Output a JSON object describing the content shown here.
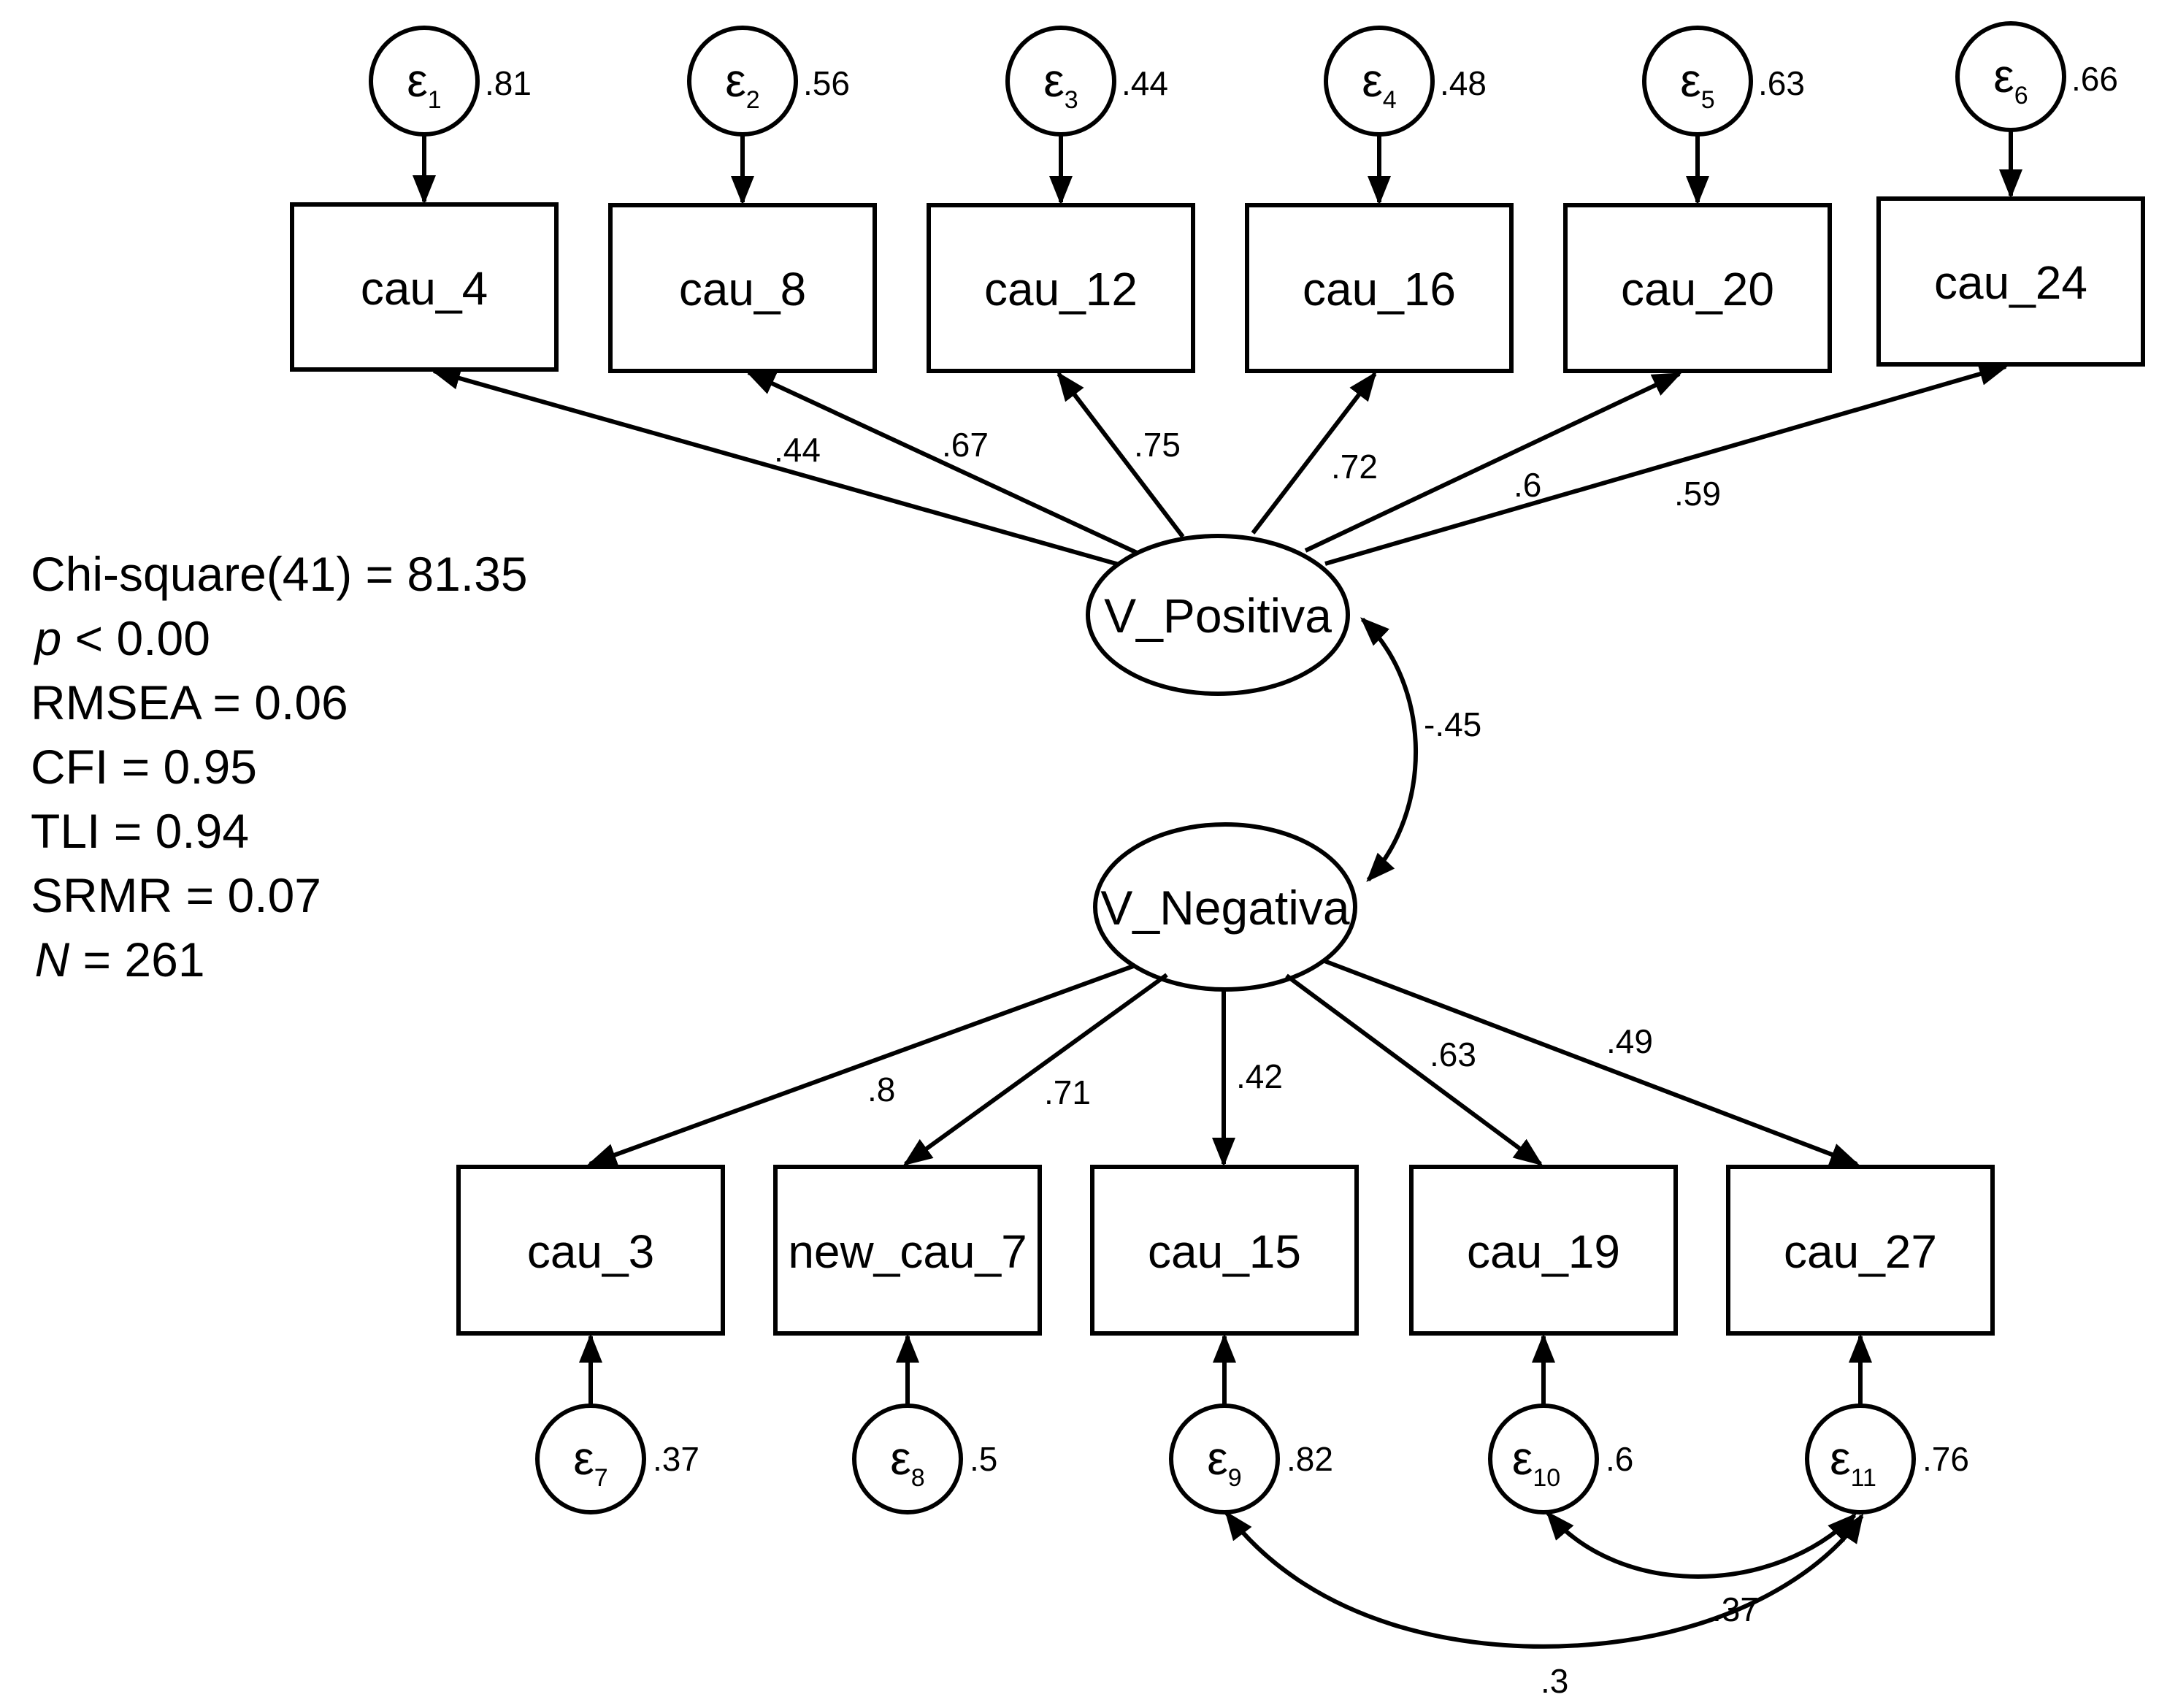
{
  "latents": {
    "positive": "V_Positiva",
    "negative": "V_Negativa"
  },
  "latent_correlation": "-.45",
  "positive_indicators": [
    {
      "name": "cau_4",
      "loading": ".44",
      "error_symbol": "ε",
      "error_index": "1",
      "error_variance": ".81"
    },
    {
      "name": "cau_8",
      "loading": ".67",
      "error_symbol": "ε",
      "error_index": "2",
      "error_variance": ".56"
    },
    {
      "name": "cau_12",
      "loading": ".75",
      "error_symbol": "ε",
      "error_index": "3",
      "error_variance": ".44"
    },
    {
      "name": "cau_16",
      "loading": ".72",
      "error_symbol": "ε",
      "error_index": "4",
      "error_variance": ".48"
    },
    {
      "name": "cau_20",
      "loading": ".6",
      "error_symbol": "ε",
      "error_index": "5",
      "error_variance": ".63"
    },
    {
      "name": "cau_24",
      "loading": ".59",
      "error_symbol": "ε",
      "error_index": "6",
      "error_variance": ".66"
    }
  ],
  "negative_indicators": [
    {
      "name": "cau_3",
      "loading": ".8",
      "error_symbol": "ε",
      "error_index": "7",
      "error_variance": ".37"
    },
    {
      "name": "new_cau_7",
      "loading": ".71",
      "error_symbol": "ε",
      "error_index": "8",
      "error_variance": ".5"
    },
    {
      "name": "cau_15",
      "loading": ".42",
      "error_symbol": "ε",
      "error_index": "9",
      "error_variance": ".82"
    },
    {
      "name": "cau_19",
      "loading": ".63",
      "error_symbol": "ε",
      "error_index": "10",
      "error_variance": ".6"
    },
    {
      "name": "cau_27",
      "loading": ".49",
      "error_symbol": "ε",
      "error_index": "11",
      "error_variance": ".76"
    }
  ],
  "error_covariances": [
    {
      "from": "ε10",
      "to": "ε11",
      "value": ".37"
    },
    {
      "from": "ε9",
      "to": "ε11",
      "value": ".3"
    }
  ],
  "fit_stats": {
    "chi_square": "Chi-square(41) = 81.35",
    "p_symbol": "p",
    "p_rest": " < 0.00",
    "rmsea": "RMSEA = 0.06",
    "cfi": "CFI = 0.95",
    "tli": "TLI = 0.94",
    "srmr": "SRMR = 0.07",
    "n_symbol": "N",
    "n_rest": " = 261"
  }
}
